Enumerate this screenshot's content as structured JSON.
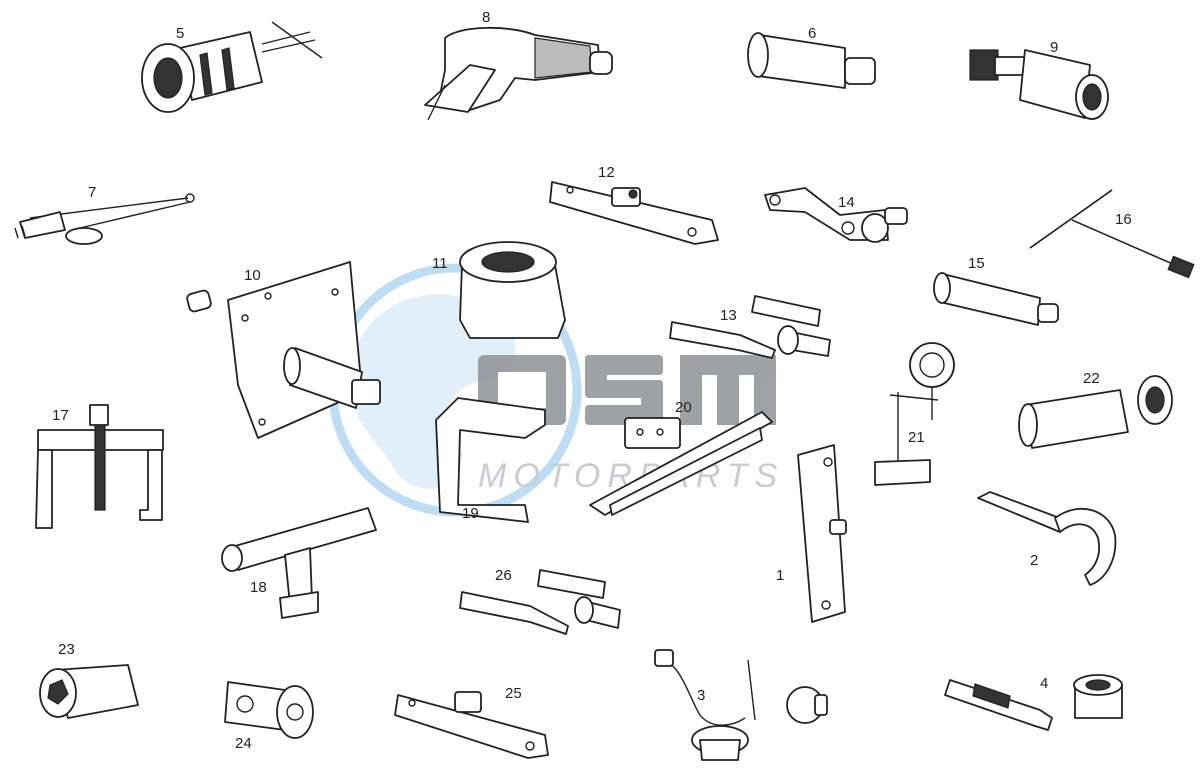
{
  "watermark": {
    "logo_text": "osm",
    "subtitle": "MOTORPARTS",
    "globe_color": "#9ccbf0",
    "logo_color": "#8c8c8c"
  },
  "parts": [
    {
      "id": "part-1",
      "label": "1"
    },
    {
      "id": "part-2",
      "label": "2"
    },
    {
      "id": "part-3",
      "label": "3"
    },
    {
      "id": "part-4",
      "label": "4"
    },
    {
      "id": "part-5",
      "label": "5"
    },
    {
      "id": "part-6",
      "label": "6"
    },
    {
      "id": "part-7",
      "label": "7"
    },
    {
      "id": "part-8",
      "label": "8"
    },
    {
      "id": "part-9",
      "label": "9"
    },
    {
      "id": "part-10",
      "label": "10"
    },
    {
      "id": "part-11",
      "label": "11"
    },
    {
      "id": "part-12",
      "label": "12"
    },
    {
      "id": "part-13",
      "label": "13"
    },
    {
      "id": "part-14",
      "label": "14"
    },
    {
      "id": "part-15",
      "label": "15"
    },
    {
      "id": "part-16",
      "label": "16"
    },
    {
      "id": "part-17",
      "label": "17"
    },
    {
      "id": "part-18",
      "label": "18"
    },
    {
      "id": "part-19",
      "label": "19"
    },
    {
      "id": "part-20",
      "label": "20"
    },
    {
      "id": "part-21",
      "label": "21"
    },
    {
      "id": "part-22",
      "label": "22"
    },
    {
      "id": "part-23",
      "label": "23"
    },
    {
      "id": "part-24",
      "label": "24"
    },
    {
      "id": "part-25",
      "label": "25"
    },
    {
      "id": "part-26",
      "label": "26"
    }
  ]
}
